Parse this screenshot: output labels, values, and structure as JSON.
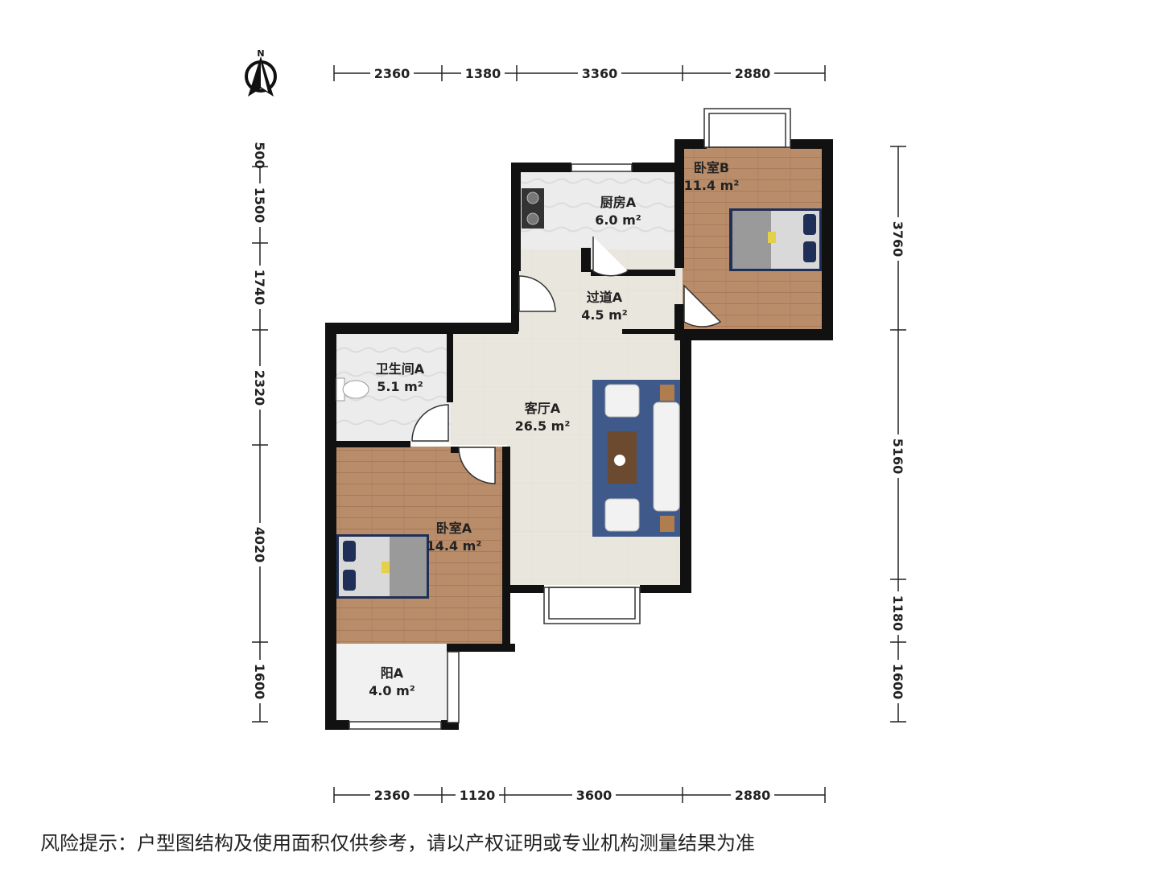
{
  "compass": {
    "label": "N"
  },
  "dimensions": {
    "top": [
      "2360",
      "1380",
      "3360",
      "2880"
    ],
    "bottom": [
      "2360",
      "1120",
      "3600",
      "2880"
    ],
    "left": [
      "500",
      "1500",
      "1740",
      "2320",
      "4020",
      "1600"
    ],
    "right": [
      "3760",
      "5160",
      "1180",
      "1600"
    ]
  },
  "rooms": {
    "kitchen": {
      "name": "厨房A",
      "area": "6.0 m²"
    },
    "bedroomB": {
      "name": "卧室B",
      "area": "11.4 m²"
    },
    "corridor": {
      "name": "过道A",
      "area": "4.5 m²"
    },
    "bathroom": {
      "name": "卫生间A",
      "area": "5.1 m²"
    },
    "living": {
      "name": "客厅A",
      "area": "26.5 m²"
    },
    "bedroomA": {
      "name": "卧室A",
      "area": "14.4 m²"
    },
    "balcony": {
      "name": "阳A",
      "area": "4.0 m²"
    }
  },
  "colors": {
    "wall": "#111111",
    "wood": "#b98d6a",
    "tile": "#e8e8e8",
    "living_floor": "#e9e6dd",
    "rug": "#3f5a8a"
  },
  "disclaimer": "风险提示：户型图结构及使用面积仅供参考，请以产权证明或专业机构测量结果为准"
}
